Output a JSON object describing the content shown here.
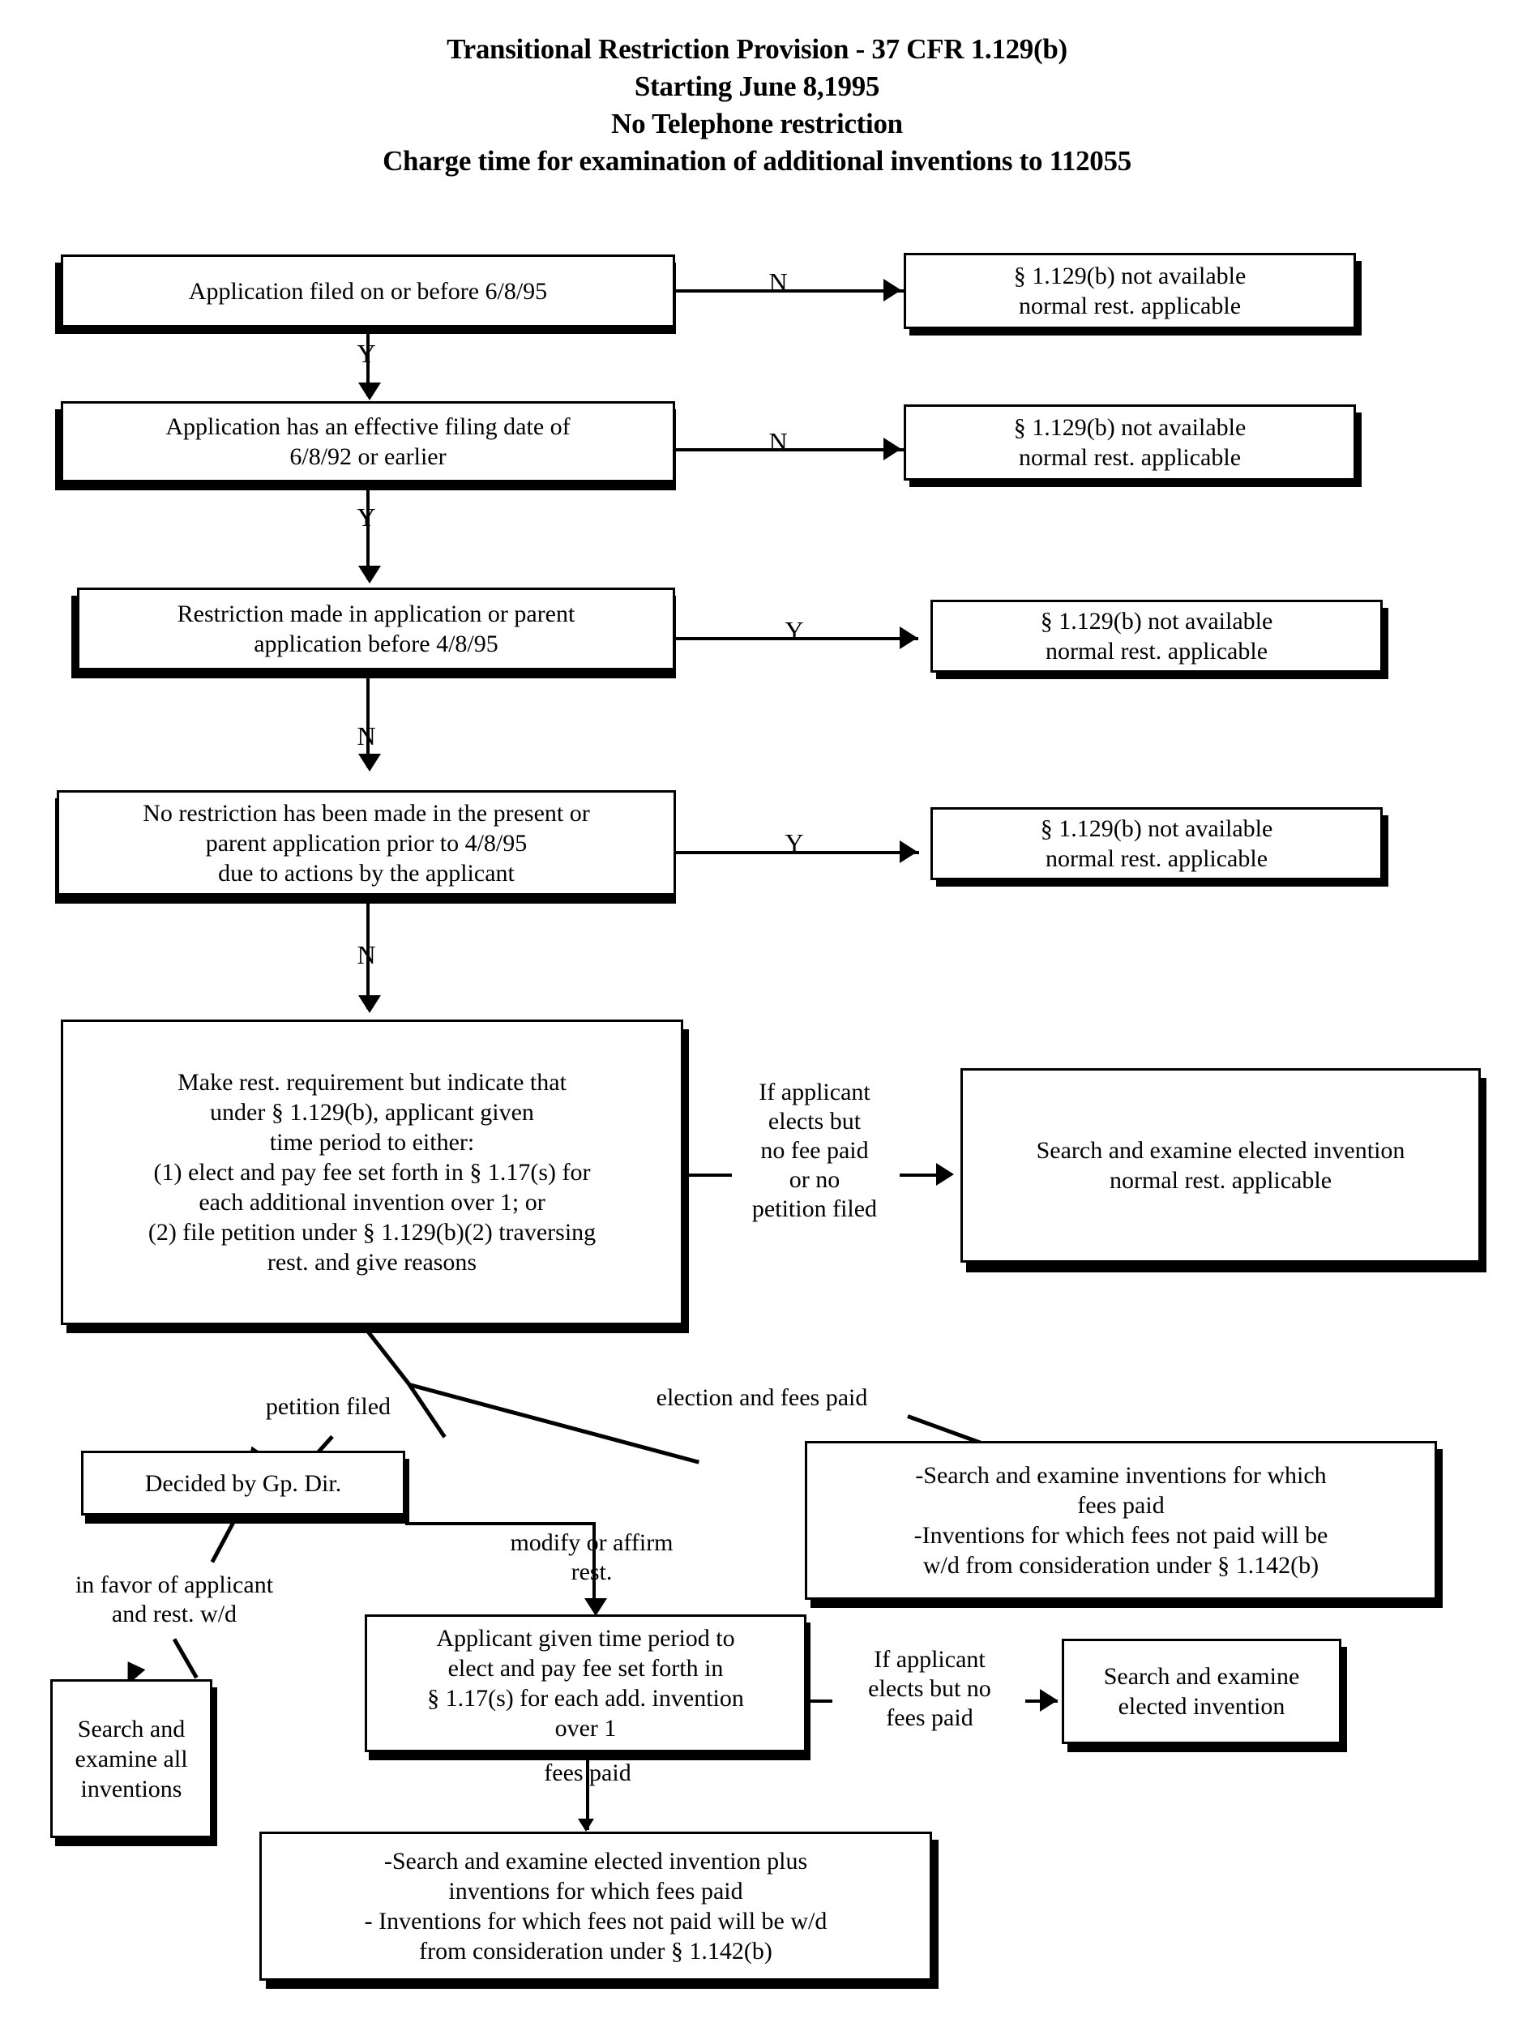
{
  "title": {
    "line1": "Transitional Restriction Provision - 37 CFR 1.129(b)",
    "line2": "Starting June 8,1995",
    "line3": "No Telephone restriction",
    "line4": "Charge time for examination of additional inventions to 112055"
  },
  "nodes": {
    "d1": "Application filed on or before 6/8/95",
    "r1": "§ 1.129(b) not available\nnormal rest. applicable",
    "d2": "Application has an effective filing date of\n6/8/92 or earlier",
    "r2": "§ 1.129(b) not available\nnormal rest. applicable",
    "d3": "Restriction made in application or parent\napplication before 4/8/95",
    "r3": "§ 1.129(b) not available\nnormal rest. applicable",
    "d4": "No restriction has been made in the present or\nparent application prior to 4/8/95\ndue to actions by the applicant",
    "r4": "§ 1.129(b) not available\nnormal rest. applicable",
    "main": "Make rest. requirement but indicate that\nunder § 1.129(b), applicant given\ntime period to either:\n(1) elect and pay fee set forth in § 1.17(s) for\neach additional invention over 1; or\n(2) file petition under § 1.129(b)(2) traversing\nrest. and give reasons",
    "r5": "Search and examine elected invention\nnormal rest. applicable",
    "gpdir": "Decided by Gp. Dir.",
    "feespaid_box": "-Search and examine inventions for which\nfees paid\n-Inventions for which fees not paid will be\nw/d from consideration under § 1.142(b)",
    "searchall": "Search and\nexamine all\ninventions",
    "applicant_time": "Applicant given time period to\nelect and pay fee set forth in\n§ 1.17(s) for each add. invention\nover 1",
    "search_elected": "Search and examine\nelected invention",
    "bottom": "-Search and examine elected invention plus\ninventions for which fees paid\n- Inventions for which fees not paid will be w/d\nfrom consideration under § 1.142(b)"
  },
  "edge_labels": {
    "n1": "N",
    "y1": "Y",
    "n2": "N",
    "y2": "Y",
    "y3": "Y",
    "n3": "N",
    "y4": "Y",
    "n4": "N",
    "elects_no_fee": "If applicant\nelects but\nno fee paid\nor no\npetition filed",
    "petition_filed": "petition filed",
    "election_fees_paid": "election and fees paid",
    "modify_affirm": "modify or affirm\nrest.",
    "in_favor": "in favor of applicant\nand rest. w/d",
    "elects_no_fees2": "If applicant\nelects but no\nfees paid",
    "fees_paid": "fees paid"
  }
}
